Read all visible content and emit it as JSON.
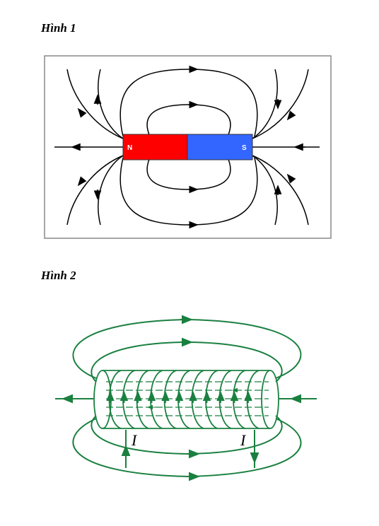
{
  "figure1": {
    "caption": "Hình 1",
    "north_label": "N",
    "south_label": "S",
    "north_color": "#ff0000",
    "south_color": "#3366ff",
    "field_line_color": "#000000",
    "frame_color": "#888888"
  },
  "figure2": {
    "caption": "Hình 2",
    "current_label_left": "I",
    "current_label_right": "I",
    "field_line_color": "#1a8040",
    "turns": 11
  }
}
